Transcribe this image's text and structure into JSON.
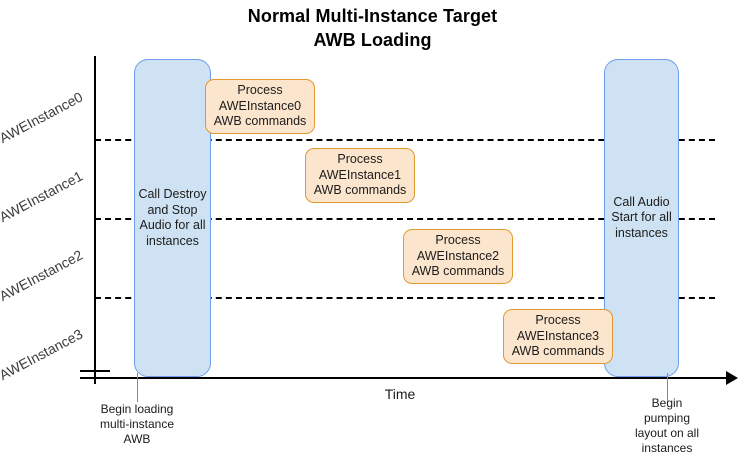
{
  "title": {
    "line1": "Normal Multi-Instance Target",
    "line2": "AWB Loading"
  },
  "axes": {
    "x_title": "Time",
    "lanes": [
      {
        "label": "AWEInstance0"
      },
      {
        "label": "AWEInstance1"
      },
      {
        "label": "AWEInstance2"
      },
      {
        "label": "AWEInstance3"
      }
    ]
  },
  "colors": {
    "blue_fill": "#cfe2f3",
    "blue_stroke": "#6d9eeb",
    "orange_fill": "#fce5cd",
    "orange_stroke": "#e0982f",
    "axis": "#000000",
    "marker_line": "#8a8a8a"
  },
  "blue_activities": [
    {
      "name": "destroy-stop-audio",
      "text": "Call Destroy and Stop Audio for all instances"
    },
    {
      "name": "call-audio-start",
      "text": "Call Audio Start for all instances"
    }
  ],
  "process_boxes": [
    {
      "name": "process-awe-instance-0",
      "line1": "Process",
      "line2": "AWEInstance0",
      "line3": "AWB commands"
    },
    {
      "name": "process-awe-instance-1",
      "line1": "Process",
      "line2": "AWEInstance1",
      "line3": "AWB commands"
    },
    {
      "name": "process-awe-instance-2",
      "line1": "Process",
      "line2": "AWEInstance2",
      "line3": "AWB commands"
    },
    {
      "name": "process-awe-instance-3",
      "line1": "Process",
      "line2": "AWEInstance3",
      "line3": "AWB commands"
    }
  ],
  "markers": [
    {
      "name": "begin-loading-marker",
      "line1": "Begin loading",
      "line2": "multi-instance",
      "line3": "AWB",
      "line4": ""
    },
    {
      "name": "begin-pumping-marker",
      "line1": "Begin",
      "line2": "pumping",
      "line3": "layout on all",
      "line4": "instances"
    }
  ],
  "chart_data": {
    "type": "diagram",
    "title": "Normal Multi-Instance Target AWB Loading",
    "xlabel": "Time",
    "ylabel": "",
    "lanes": [
      "AWEInstance0",
      "AWEInstance1",
      "AWEInstance2",
      "AWEInstance3"
    ],
    "grid": "dashed horizontal lane separators",
    "legend": "none",
    "events": [
      {
        "label": "Call Destroy and Stop Audio for all instances",
        "lanes": [
          "AWEInstance0",
          "AWEInstance1",
          "AWEInstance2",
          "AWEInstance3"
        ],
        "type": "span",
        "color": "#cfe2f3"
      },
      {
        "label": "Process AWEInstance0 AWB commands",
        "lanes": [
          "AWEInstance0"
        ],
        "type": "task",
        "color": "#fce5cd"
      },
      {
        "label": "Process AWEInstance1 AWB commands",
        "lanes": [
          "AWEInstance1"
        ],
        "type": "task",
        "color": "#fce5cd"
      },
      {
        "label": "Process AWEInstance2 AWB commands",
        "lanes": [
          "AWEInstance2"
        ],
        "type": "task",
        "color": "#fce5cd"
      },
      {
        "label": "Process AWEInstance3 AWB commands",
        "lanes": [
          "AWEInstance3"
        ],
        "type": "task",
        "color": "#fce5cd"
      },
      {
        "label": "Call Audio Start for all instances",
        "lanes": [
          "AWEInstance0",
          "AWEInstance1",
          "AWEInstance2",
          "AWEInstance3"
        ],
        "type": "span",
        "color": "#cfe2f3"
      }
    ],
    "annotations": [
      {
        "text": "Begin loading multi-instance AWB",
        "position": "below-axis-left"
      },
      {
        "text": "Begin pumping layout on all instances",
        "position": "below-axis-right"
      }
    ]
  }
}
